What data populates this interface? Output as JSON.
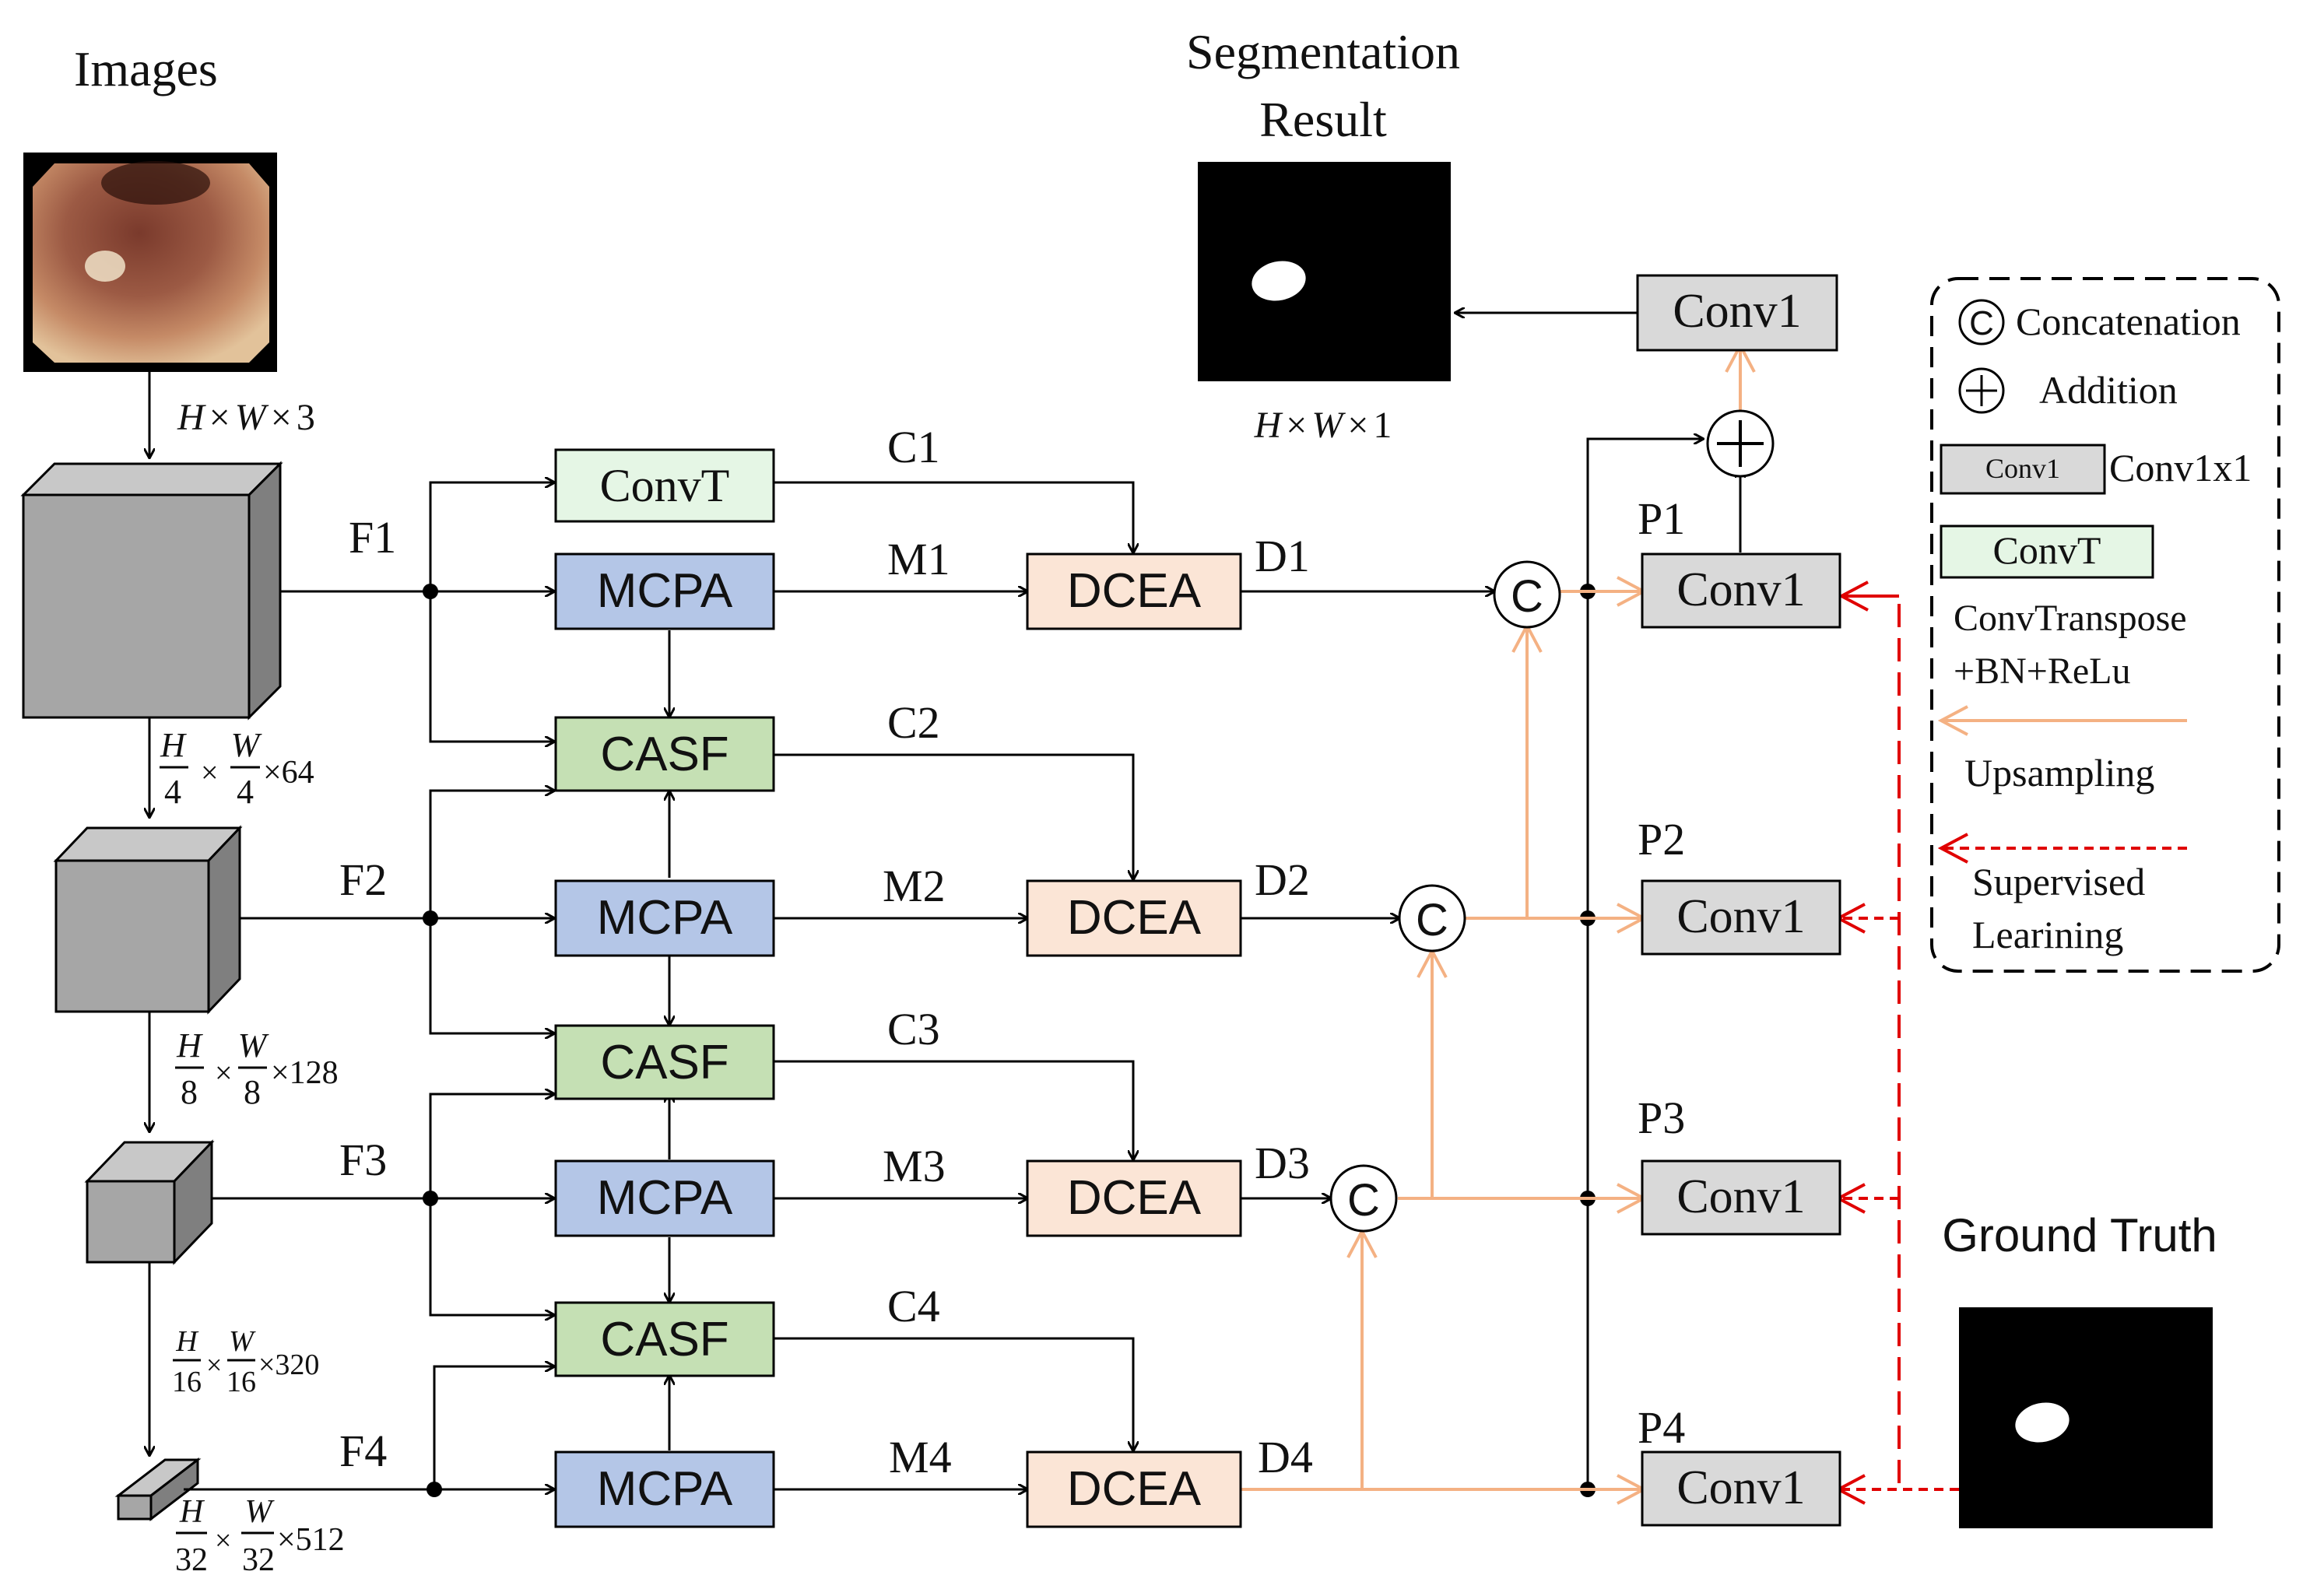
{
  "titles": {
    "images": "Images",
    "segmentation_result": [
      "Segmentation",
      "Result"
    ],
    "ground_truth": "Ground Truth"
  },
  "dims": {
    "input": [
      "H",
      "×",
      "W",
      "×",
      "3"
    ],
    "output": [
      "H",
      "×",
      "W",
      "×",
      "1"
    ],
    "stage1": {
      "num1": "H",
      "den1": "4",
      "num2": "W",
      "den2": "4",
      "ch": "×64"
    },
    "stage2": {
      "num1": "H",
      "den1": "8",
      "num2": "W",
      "den2": "8",
      "ch": "×128"
    },
    "stage3": {
      "num1": "H",
      "den1": "16",
      "num2": "W",
      "den2": "16",
      "ch": "×320"
    },
    "stage4": {
      "num1": "H",
      "den1": "32",
      "num2": "W",
      "den2": "32",
      "ch": "×512"
    }
  },
  "modules": {
    "convt": "ConvT",
    "mcpa": "MCPA",
    "casf": "CASF",
    "dcea": "DCEA",
    "conv1": "Conv1"
  },
  "features": {
    "F": [
      "F1",
      "F2",
      "F3",
      "F4"
    ],
    "C": [
      "C1",
      "C2",
      "C3",
      "C4"
    ],
    "M": [
      "M1",
      "M2",
      "M3",
      "M4"
    ],
    "D": [
      "D1",
      "D2",
      "D3",
      "D4"
    ],
    "P": [
      "P1",
      "P2",
      "P3",
      "P4"
    ]
  },
  "legend": {
    "concat_symbol": "C",
    "concatenation": "Concatenation",
    "addition": "Addition",
    "conv_box": "Conv1",
    "conv1x1": "Conv1x1",
    "convt_box": "ConvT",
    "convtranspose": [
      "ConvTranspose",
      "+BN+ReLu"
    ],
    "upsampling": "Upsampling",
    "supervised": [
      "Supervised",
      "Learining"
    ]
  },
  "colors": {
    "convt": "#e5f6e5",
    "mcpa": "#b4c6e7",
    "casf": "#c5e0b4",
    "dcea": "#fbe5d6",
    "conv1": "#d9d9d9",
    "upsampling": "#f4b183",
    "supervised": "#e00000",
    "line": "#000000"
  }
}
